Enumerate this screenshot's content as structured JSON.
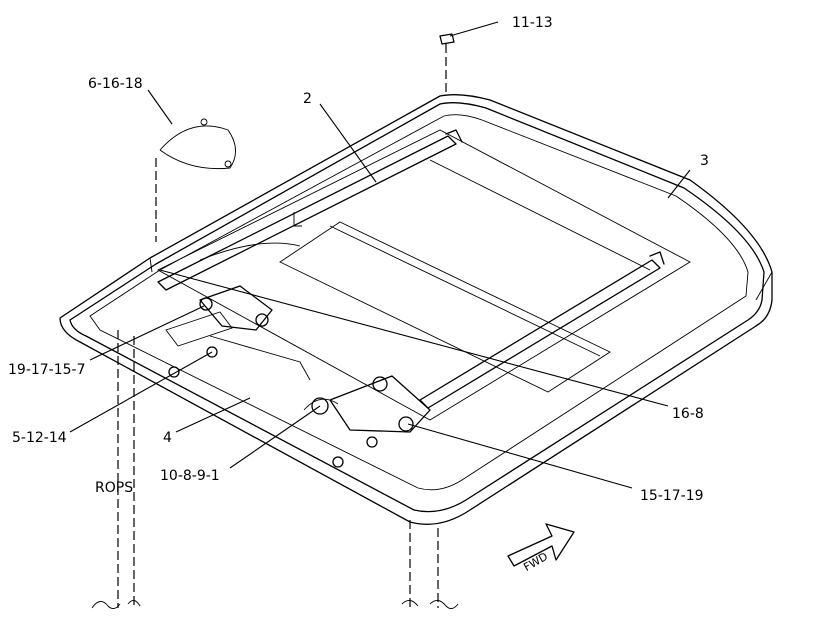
{
  "callouts": [
    {
      "id": "c1",
      "text": "11-13"
    },
    {
      "id": "c2",
      "text": "6-16-18"
    },
    {
      "id": "c3",
      "text": "2"
    },
    {
      "id": "c4",
      "text": "3"
    },
    {
      "id": "c5",
      "text": "19-17-15-7"
    },
    {
      "id": "c6",
      "text": "5-12-14"
    },
    {
      "id": "c7",
      "text": "4"
    },
    {
      "id": "c8",
      "text": "10-8-9-1"
    },
    {
      "id": "c9",
      "text": "16-8"
    },
    {
      "id": "c10",
      "text": "15-17-19"
    }
  ],
  "rops_label": "ROPS",
  "fwd_label": "FWD"
}
